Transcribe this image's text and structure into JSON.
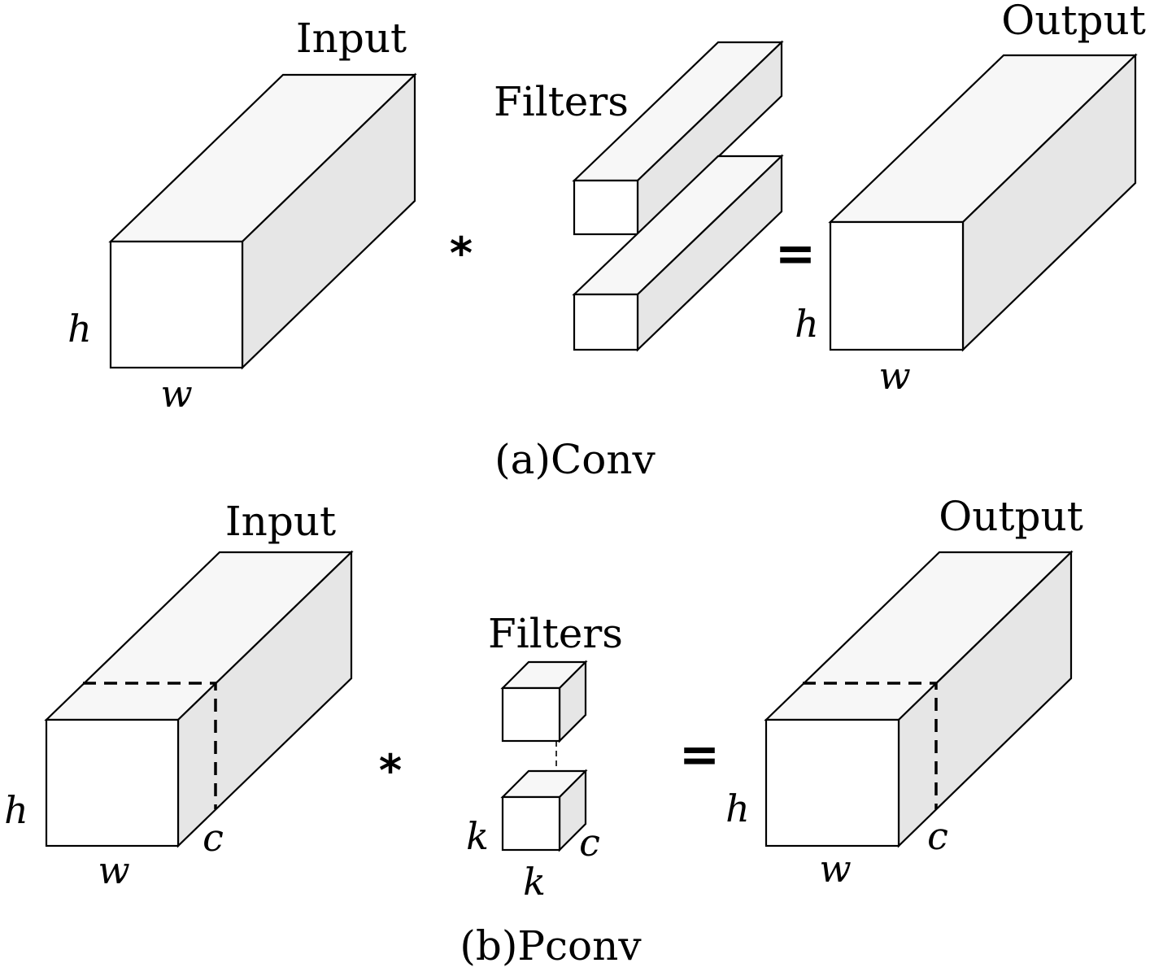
{
  "conv": {
    "input_label": "Input",
    "filters_label": "Filters",
    "output_label": "Output",
    "multiply_symbol": "*",
    "equals_symbol": "=",
    "input_h": "h",
    "input_w": "w",
    "output_h": "h",
    "output_w": "w",
    "caption": "(a)Conv"
  },
  "pconv": {
    "input_label": "Input",
    "filters_label": "Filters",
    "output_label": "Output",
    "multiply_symbol": "*",
    "equals_symbol": "=",
    "input_h": "h",
    "input_w": "w",
    "input_c": "c",
    "filter_k_side": "k",
    "filter_k_bottom": "k",
    "filter_c": "c",
    "output_h": "h",
    "output_w": "w",
    "output_c": "c",
    "caption": "(b)Pconv"
  }
}
